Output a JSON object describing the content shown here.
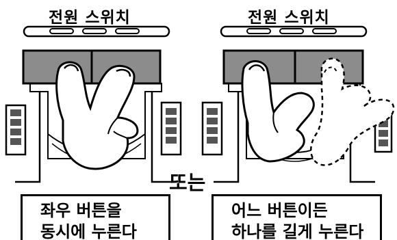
{
  "panels": {
    "left": {
      "switch_label": "전원 스위치",
      "caption_line1": "좌우 버튼을",
      "caption_line2": "동시에 누른다"
    },
    "right": {
      "switch_label": "전원 스위치",
      "caption_line1": "어느 버튼이든",
      "caption_line2": "하나를 길게 누른다"
    }
  },
  "separator_label": "또는",
  "colors": {
    "button_gray": "#8c8c8c",
    "outline": "#000000",
    "background": "#ffffff"
  }
}
